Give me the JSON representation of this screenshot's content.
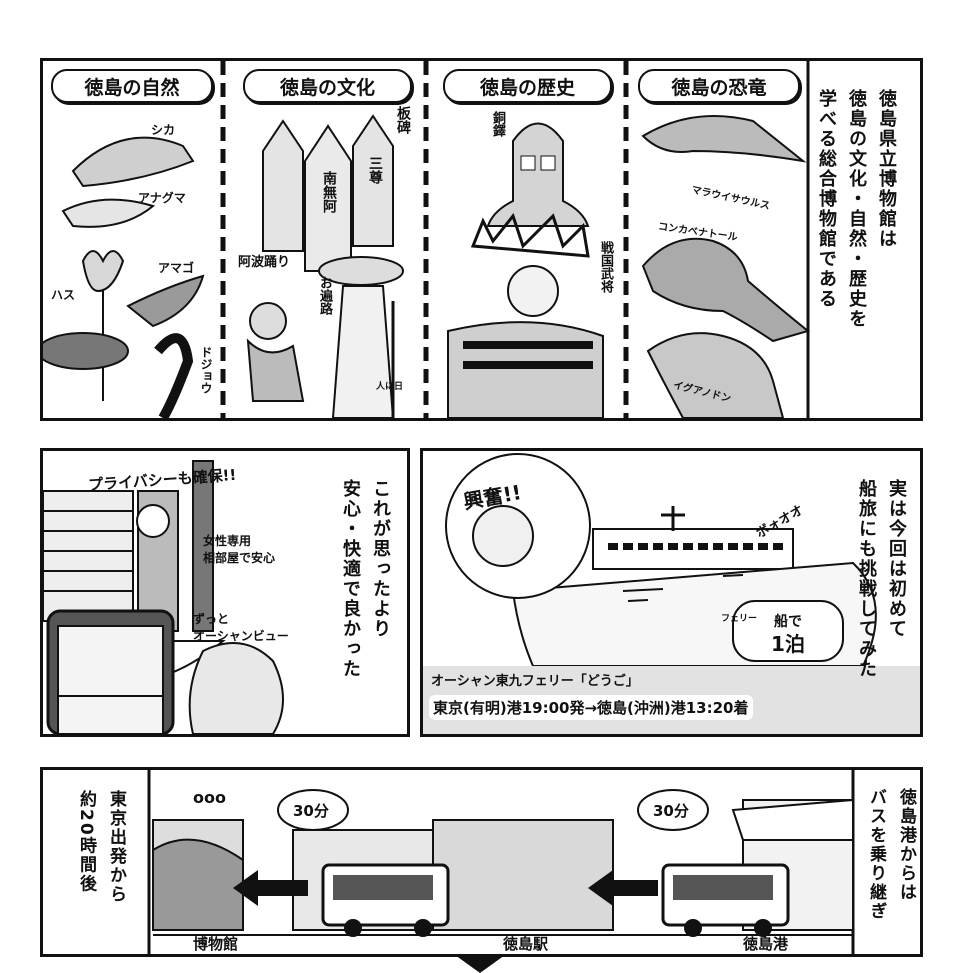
{
  "panel1": {
    "sections": [
      {
        "title": "徳島の自然",
        "labels": [
          "シカ",
          "アナグマ",
          "アマゴ",
          "ハス",
          "ドジョウ"
        ]
      },
      {
        "title": "徳島の文化",
        "labels": [
          "板碑",
          "阿波踊り",
          "お遍路"
        ],
        "stones": [
          "南無阿",
          "三尊"
        ],
        "pilgrim_label": "人に日"
      },
      {
        "title": "徳島の歴史",
        "labels": [
          "銅鐸",
          "戦国武将"
        ]
      },
      {
        "title": "徳島の恐竜",
        "labels": [
          "マラウイサウルス",
          "コンカベナトール",
          "イグアノドン"
        ]
      }
    ],
    "caption": [
      "徳島県立博物館は",
      "徳島の文化・自然・歴史を",
      "学べる総合博物館である"
    ]
  },
  "panel2": {
    "shout": "プライバシーも確保!!",
    "note1": [
      "女性専用",
      "相部屋で安心"
    ],
    "note2": [
      "ずっと",
      "オーシャンビュー"
    ],
    "caption": [
      "これが思ったより",
      "安心・快適で良かった"
    ]
  },
  "panel3": {
    "shout": "興奮!!",
    "sfx": "ボォオオ",
    "ferry_label": "フェリー",
    "bubble": [
      "船で",
      "1泊"
    ],
    "line1": "オーシャン東九フェリー「どうご」",
    "line2": "東京(有明)港19:00発→徳島(沖洲)港13:20着",
    "caption": [
      "実は今回は初めて",
      "船旅にも挑戦してみた"
    ]
  },
  "panel4": {
    "caption_right": [
      "徳島港からは",
      "バスを乗り継ぎ"
    ],
    "caption_left": [
      "東京出発から",
      "約20時間後"
    ],
    "time1": "30分",
    "time2": "30分",
    "sfx": "ooo",
    "stops": [
      "博物館",
      "徳島駅",
      "徳島港"
    ]
  }
}
